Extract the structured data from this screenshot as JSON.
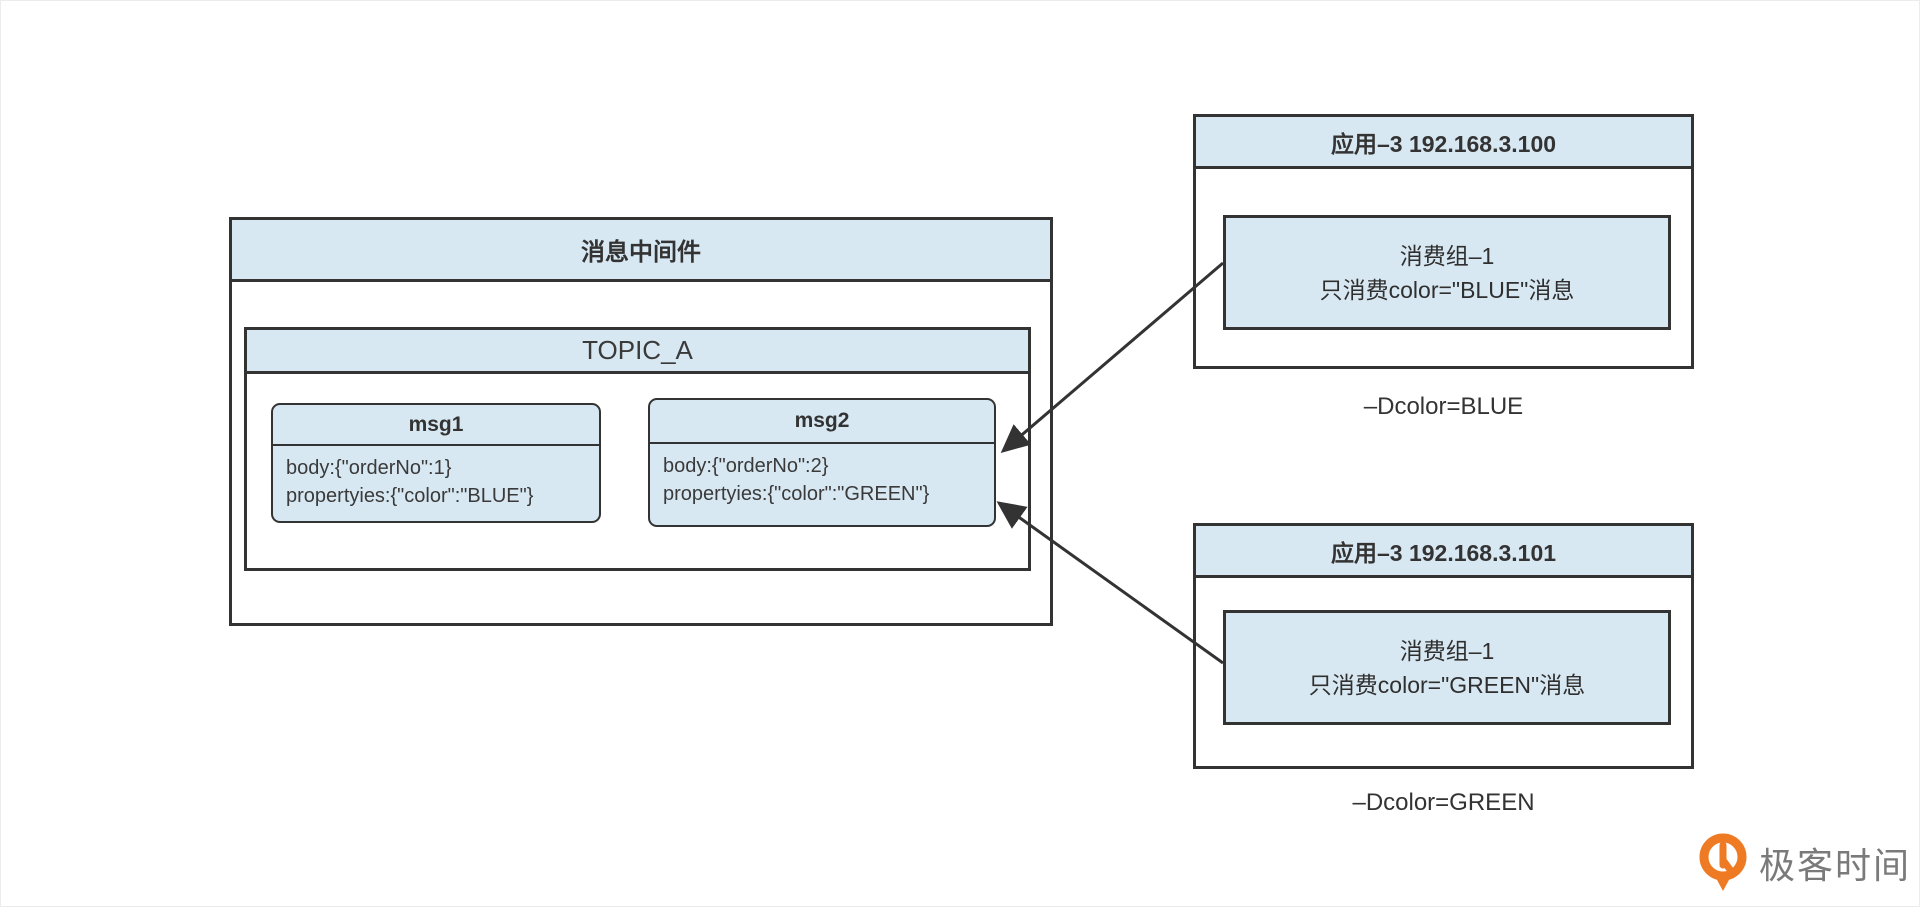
{
  "colors": {
    "box_fill": "#d8e8f2",
    "border": "#333333",
    "text": "#333333",
    "logo_orange": "#ee7a23",
    "logo_gray": "#7a7a7a"
  },
  "middleware": {
    "title": "消息中间件",
    "topic": {
      "title": "TOPIC_A",
      "messages": [
        {
          "name": "msg1",
          "lines": [
            "body:{\"orderNo\":1}",
            "propertyies:{\"color\":\"BLUE\"}"
          ]
        },
        {
          "name": "msg2",
          "lines": [
            "body:{\"orderNo\":2}",
            "propertyies:{\"color\":\"GREEN\"}"
          ]
        }
      ]
    }
  },
  "apps": [
    {
      "title": "应用–3 192.168.3.100",
      "consumer": {
        "line1": "消费组–1",
        "line2": "只消费color=\"BLUE\"消息"
      },
      "jvm_flag": "–Dcolor=BLUE"
    },
    {
      "title": "应用–3 192.168.3.101",
      "consumer": {
        "line1": "消费组–1",
        "line2": "只消费color=\"GREEN\"消息"
      },
      "jvm_flag": "–Dcolor=GREEN"
    }
  ],
  "logo": {
    "text": "极客时间"
  }
}
